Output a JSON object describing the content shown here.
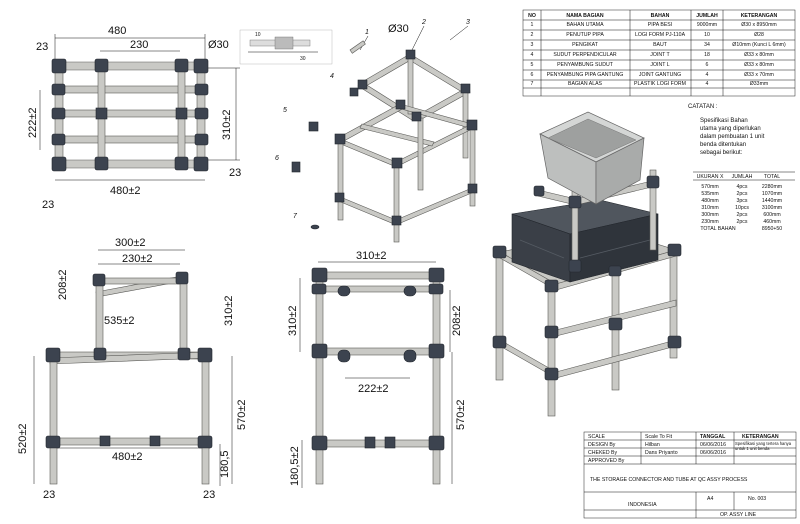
{
  "bom": {
    "headers": [
      "NO",
      "NAMA BAGIAN",
      "BAHAN",
      "JUMLAH",
      "KETERANGAN"
    ],
    "rows": [
      [
        "1",
        "BAHAN UTAMA",
        "PIPA BESI",
        "9000mm",
        "Ø30 x 8950mm"
      ],
      [
        "2",
        "PENUTUP PIPA",
        "LOGI FORM PJ-110A",
        "10",
        "Ø28"
      ],
      [
        "3",
        "PENGIKAT",
        "BAUT",
        "34",
        "Ø10mm (Kunci L 6mm)"
      ],
      [
        "4",
        "SUDUT PERPENDICULAR",
        "JOINT T",
        "18",
        "Ø33 x 80mm"
      ],
      [
        "5",
        "PENYAMBUNG SUDUT",
        "JOINT L",
        "6",
        "Ø33 x 80mm"
      ],
      [
        "6",
        "PENYAMBUNG PIPA GANTUNG",
        "JOINT GANTUNG",
        "4",
        "Ø33 x 70mm"
      ],
      [
        "7",
        "BAGIAN ALAS",
        "PLASTIK LOGI FORM",
        "4",
        "Ø33mm"
      ]
    ]
  },
  "notes": {
    "title": "CATATAN :",
    "lines": [
      "Spesifikasi Bahan",
      "utama yang diperlukan",
      "dalam pembuatan 1 unit",
      "benda ditentukan",
      "sebagai berikut:"
    ],
    "headers": [
      "UKURAN X",
      "JUMLAH",
      "TOTAL"
    ],
    "rows": [
      [
        "570mm",
        "4pcs",
        "2280mm"
      ],
      [
        "535mm",
        "2pcs",
        "1070mm"
      ],
      [
        "480mm",
        "3pcs",
        "1440mm"
      ],
      [
        "310mm",
        "10pcs",
        "3100mm"
      ],
      [
        "300mm",
        "2pcs",
        "600mm"
      ],
      [
        "230mm",
        "2pcs",
        "460mm"
      ]
    ],
    "total_label": "TOTAL BAHAN",
    "total_value": "8950+50"
  },
  "title_block": {
    "scale_label": "SCALE",
    "scale_value": "Scale To Fit",
    "date_header": "TANGGAL",
    "remark_header": "KETERANGAN",
    "design_label": "DESIGN By",
    "design_name": "Hilban",
    "design_date": "06/06/2016",
    "checked_label": "CHEKED By",
    "checked_name": "Dans Priyanto",
    "checked_date": "06/06/2016",
    "approved_label": "APPROVED By",
    "remark": "Spesifikasi yang tertera hanya untuk 1 unit benda",
    "title": "THE STORAGE CONNECTOR AND TUBE AT QC ASSY PROCESS",
    "country": "INDONESIA",
    "size": "A4",
    "number": "No. 003",
    "line": "OP. ASSY LINE"
  },
  "top_view": {
    "dim_480_top": "480",
    "dim_230": "230",
    "dim_d30": "Ø30",
    "dim_23_left": "23",
    "dim_222": "222±2",
    "dim_310": "310±2",
    "dim_23_right": "23",
    "dim_480_bottom": "480±2",
    "dim_23_bottom": "23"
  },
  "side_view": {
    "dim_300": "300±2",
    "dim_230": "230±2",
    "dim_208": "208±2",
    "dim_535": "535±2",
    "dim_310": "310±2",
    "dim_520": "520±2",
    "dim_570": "570±2",
    "dim_480": "480±2",
    "dim_180": "180,5",
    "dim_23_l": "23",
    "dim_23_r": "23"
  },
  "front_view": {
    "dim_310_top": "310±2",
    "dim_310_left": "310±2",
    "dim_208": "208±2",
    "dim_222": "222±2",
    "dim_570": "570±2",
    "dim_180": "180,5±2"
  },
  "exploded": {
    "dim_d30": "Ø30",
    "callouts": [
      "1",
      "2",
      "3",
      "4",
      "5",
      "6",
      "7"
    ]
  },
  "colors": {
    "pipe": "#c9c9c5",
    "joint": "#3c434f",
    "bin": "#bdbfbe",
    "box": "#3a3f47"
  }
}
